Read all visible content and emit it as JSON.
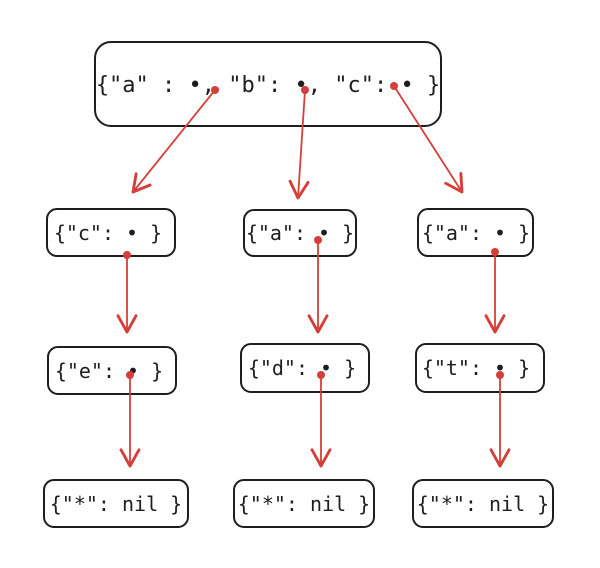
{
  "root": {
    "label": "{\"a\" : •, \"b\": •, \"c\": • }"
  },
  "branches": [
    {
      "level1": "{\"c\": • }",
      "level2": "{\"e\": • }",
      "level3": "{\"*\": nil }"
    },
    {
      "level1": "{\"a\": • }",
      "level2": "{\"d\": • }",
      "level3": "{\"*\": nil }"
    },
    {
      "level1": "{\"a\": • }",
      "level2": "{\"t\": • }",
      "level3": "{\"*\": nil }"
    }
  ],
  "colors": {
    "arrow": "#d43f3a",
    "stroke": "#1e1e1e"
  }
}
